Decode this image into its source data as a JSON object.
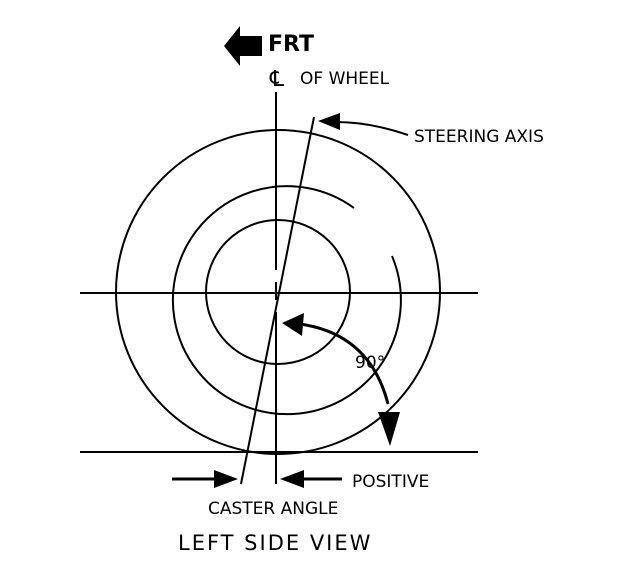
{
  "labels": {
    "front": "FRT",
    "centerline_symbol": "℄",
    "wheel_centerline": "OF WHEEL",
    "steering_axis": "STEERING AXIS",
    "angle": "90°",
    "positive": "POSITIVE",
    "caster_angle": "CASTER ANGLE",
    "view_title": "LEFT SIDE VIEW"
  },
  "colors": {
    "ink": "#000000",
    "background": "#ffffff"
  }
}
